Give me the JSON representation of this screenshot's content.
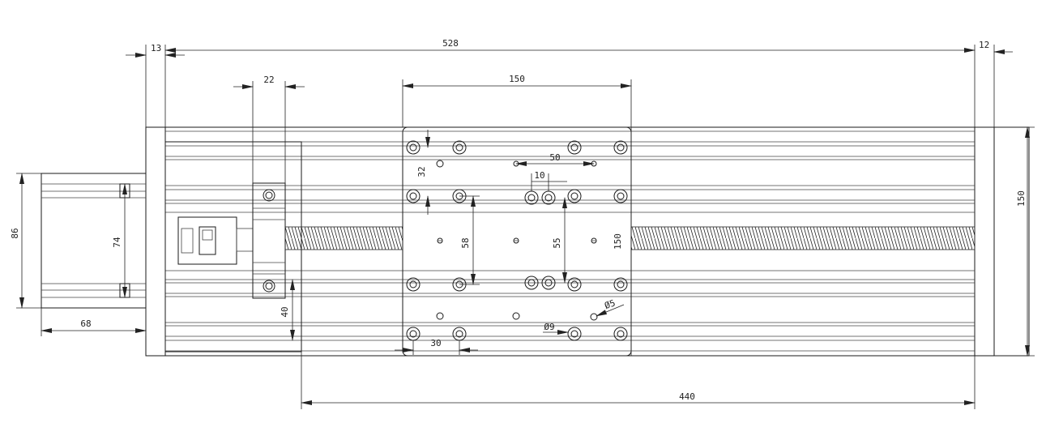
{
  "drawing": {
    "dimensions": {
      "left_end_13": "13",
      "total_528": "528",
      "right_end_12": "12",
      "block_width_22": "22",
      "carriage_width_150": "150",
      "height_right_150": "150",
      "holes_vertical_32": "32",
      "holes_pitch_50": "50",
      "holes_pitch_10": "10",
      "holes_vertical_58": "58",
      "holes_vertical_55": "55",
      "holes_vertical_150": "150",
      "motor_86": "86",
      "motor_74": "74",
      "motor_68": "68",
      "offset_40": "40",
      "holes_pitch_30": "30",
      "stroke_440": "440",
      "diameter_9": "Ø9",
      "diameter_5": "Ø5"
    }
  }
}
